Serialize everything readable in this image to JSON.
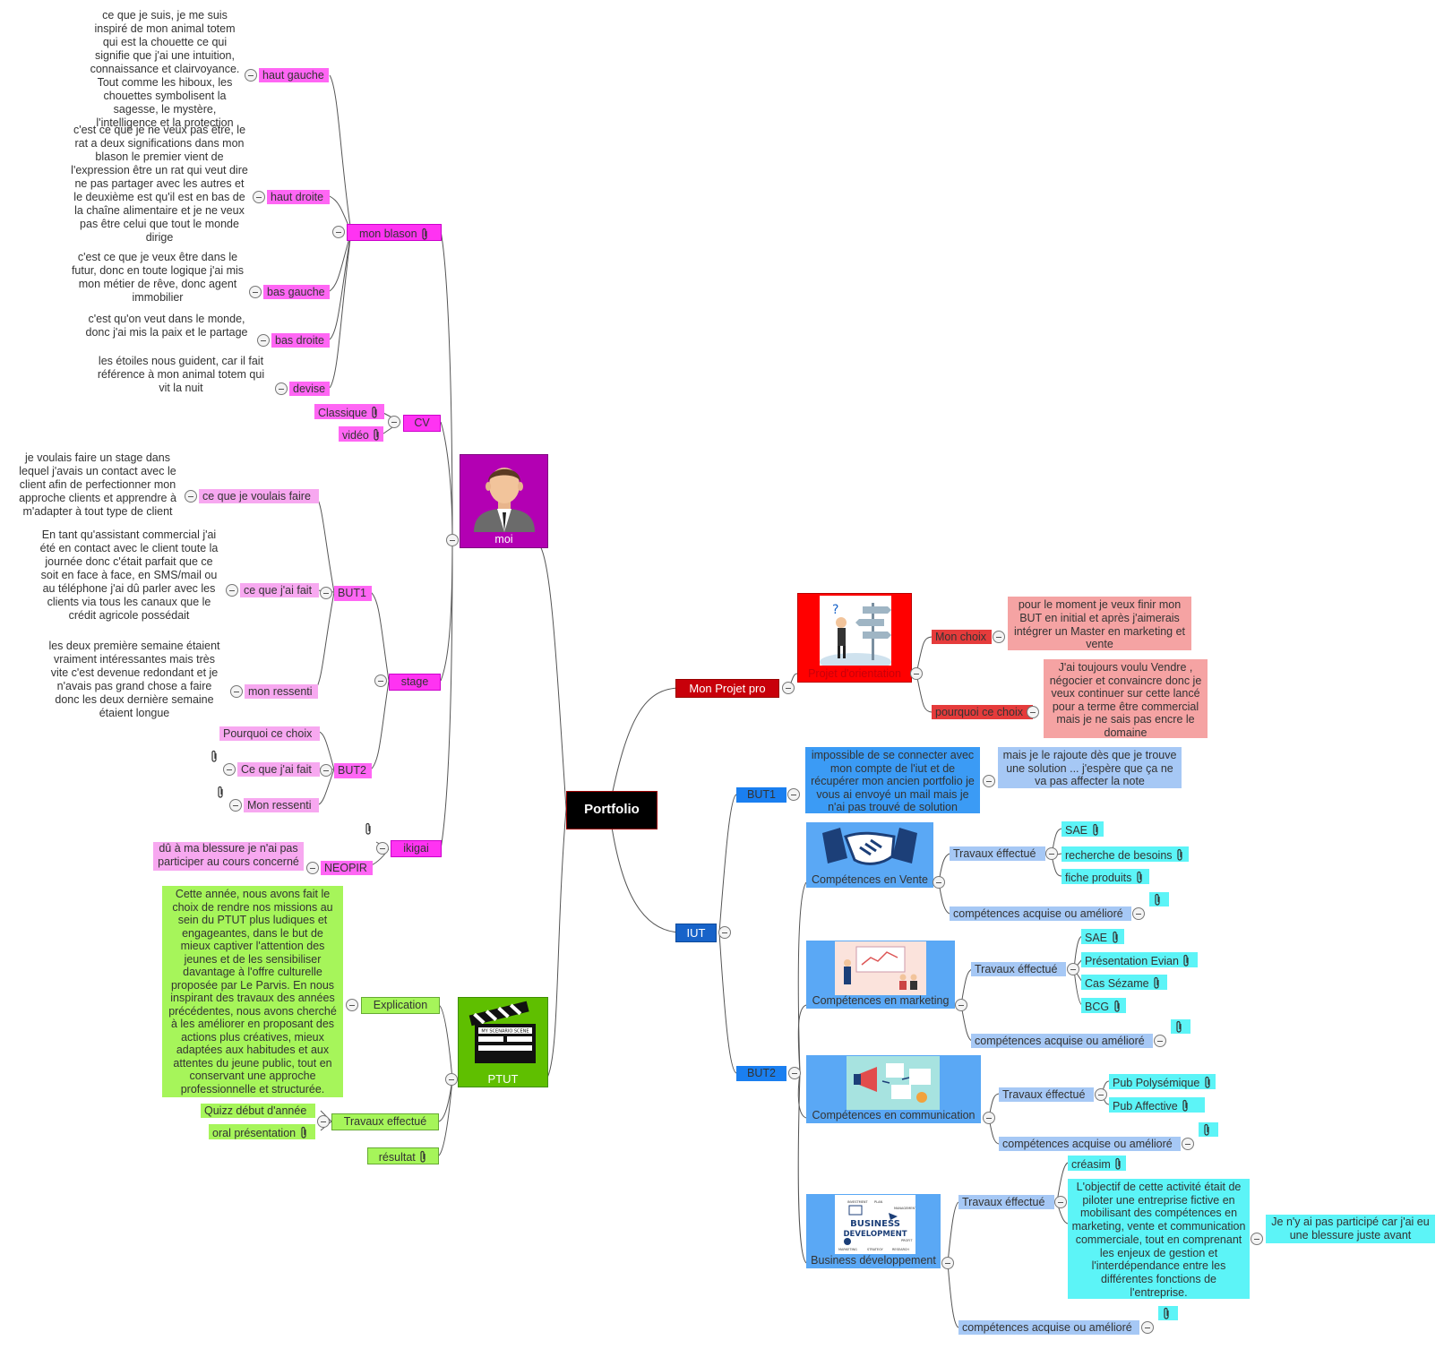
{
  "root": "Portfolio",
  "moi": {
    "label": "moi",
    "blason": {
      "label": "mon blason",
      "haut_gauche": "haut gauche",
      "haut_gauche_text": "ce que je suis, je me suis inspiré de mon animal totem qui est la chouette ce qui signifie que j'ai une intuition, connaissance et clairvoyance. Tout comme les hiboux, les chouettes symbolisent la sagesse, le mystère, l'intelligence et la protection",
      "haut_droite": "haut droite",
      "haut_droite_text": "c'est ce que je ne veux pas être, le rat a deux significations dans mon blason le premier vient de l'expression être un rat qui veut dire ne pas partager avec les autres et le deuxième est qu'il est en bas de la chaîne alimentaire et je ne veux pas être celui que tout le monde dirige",
      "bas_gauche": "bas gauche",
      "bas_gauche_text": "c'est ce que je veux être dans le futur, donc en toute logique j'ai mis mon métier de rêve, donc agent immobilier",
      "bas_droite": "bas droite",
      "bas_droite_text": "c'est qu'on veut dans le monde, donc j'ai mis la paix et le partage",
      "devise": "devise",
      "devise_text": "les étoiles nous guident, car il fait référence à mon animal totem qui vit la nuit"
    },
    "cv": {
      "label": "CV",
      "classique": "Classique",
      "video": "vidéo"
    },
    "stage": {
      "label": "stage",
      "but1": "BUT1",
      "voulais": "ce que je voulais faire",
      "voulais_text": "je voulais faire un stage dans lequel j'avais un contact avec le client afin de perfectionner mon approche clients et apprendre à m'adapter à tout type de client",
      "fait": "ce que j'ai fait",
      "fait_text": "En tant qu'assistant commercial j'ai été en contact avec le client toute la journée donc c'était parfait que ce soit en face à face, en SMS/mail ou au téléphone j'ai dû parler avec les clients via tous les canaux que le crédit agricole possédait",
      "ressenti": "mon ressenti",
      "ressenti_text": "les deux première semaine étaient vraiment intéressantes mais très vite c'est devenue redondant et je n'avais pas grand chose a faire donc les deux dernière semaine étaient longue",
      "but2": "BUT2",
      "pourquoi": "Pourquoi ce choix",
      "fait2": "Ce que j'ai fait",
      "ressenti2": "Mon ressenti"
    },
    "ikigai": {
      "label": "ikigai",
      "neopir": "NEOPIR",
      "neopir_text": "dû à ma blessure je n'ai pas participer au cours concerné"
    }
  },
  "ptut": {
    "label": "PTUT",
    "clapper_text": "MY SCENARIO SCENE",
    "explication": "Explication",
    "explication_text": "Cette année, nous avons fait le choix de rendre nos missions au sein du PTUT plus ludiques et engageantes, dans le but de mieux captiver l'attention des jeunes et de les sensibiliser davantage à l'offre culturelle proposée par Le Parvis. En nous inspirant des travaux des années précédentes, nous avons cherché à les améliorer en proposant des actions plus créatives, mieux adaptées aux habitudes et aux attentes du jeune public, tout en conservant une approche professionnelle et structurée.",
    "travaux": "Travaux effectué",
    "quizz": "Quizz début d'année",
    "oral": "oral présentation",
    "resultat": "résultat"
  },
  "projet": {
    "label": "Mon Projet pro",
    "center": "Projet d'orientation",
    "choix": "Mon choix",
    "choix_text": "pour le moment je veux finir mon BUT en initial et après j'aimerais intégrer un Master en marketing et vente",
    "pourquoi": "pourquoi ce choix",
    "pourquoi_text": "J'ai toujours voulu Vendre , négocier et convaincre donc je veux continuer sur cette lancé pour a terme être commercial mais je ne sais pas encre le domaine"
  },
  "iut": {
    "label": "IUT",
    "but1": "BUT1",
    "but1_text": "impossible de se connecter avec mon compte de l'iut et de récupérer mon ancien portfolio je vous ai envoyé un mail mais je n'ai pas trouvé de solution",
    "but1_note": "mais je le rajoute dès que je trouve une solution ... j'espère que ça ne va pas affecter la note",
    "but2": "BUT2",
    "vente": {
      "label": "Compétences en Vente",
      "travaux": "Travaux éffectué",
      "sae": "SAE",
      "besoins": "recherche de besoins",
      "fiche": "fiche produits",
      "acquise": "compétences acquise ou amélioré"
    },
    "marketing": {
      "label": "Compétences en marketing",
      "travaux": "Travaux éffectué",
      "sae": "SAE",
      "evian": "Présentation Evian",
      "sezame": "Cas Sézame",
      "bcg": "BCG",
      "acquise": "compétences acquise ou amélioré"
    },
    "communication": {
      "label": "Compétences en communication",
      "travaux": "Travaux éffectué",
      "polysemique": "Pub Polysémique",
      "affective": "Pub Affective",
      "acquise": "compétences acquise ou amélioré"
    },
    "business": {
      "label": "Business développement",
      "image_title": "BUSINESS DEVELOPMENT",
      "img_words": [
        "INVESTMENT",
        "PLAN",
        "MANAGEMENT",
        "MARKETING",
        "STRATEGY",
        "RESEARCH",
        "PROFIT"
      ],
      "travaux": "Travaux éffectué",
      "creasim": "créasim",
      "objectif": "L'objectif de cette activité était de piloter une entreprise fictive en mobilisant des compétences en marketing, vente et communication commerciale, tout en comprenant les enjeux de gestion et l'interdépendance entre les différentes fonctions de l'entreprise.",
      "note": "Je n'y ai pas participé car j'ai eu une blessure juste avant",
      "acquise": "compétences acquise ou amélioré"
    }
  },
  "colors": {
    "pink": "#ff33f2",
    "violet": "#b300b3",
    "green": "#5fbf00",
    "cyan": "#5cf4f7",
    "lightblue": "#a6c8f5",
    "blue": "#1763c9",
    "darkred": "#c8000a",
    "red": "#ff0000",
    "salmon": "#f5a3a3"
  },
  "icons": [
    "collapse-icon",
    "paperclip-icon",
    "person-avatar",
    "clapperboard-icon",
    "signpost-image",
    "handshake-image",
    "presentation-image",
    "communication-image",
    "business-development-image"
  ]
}
